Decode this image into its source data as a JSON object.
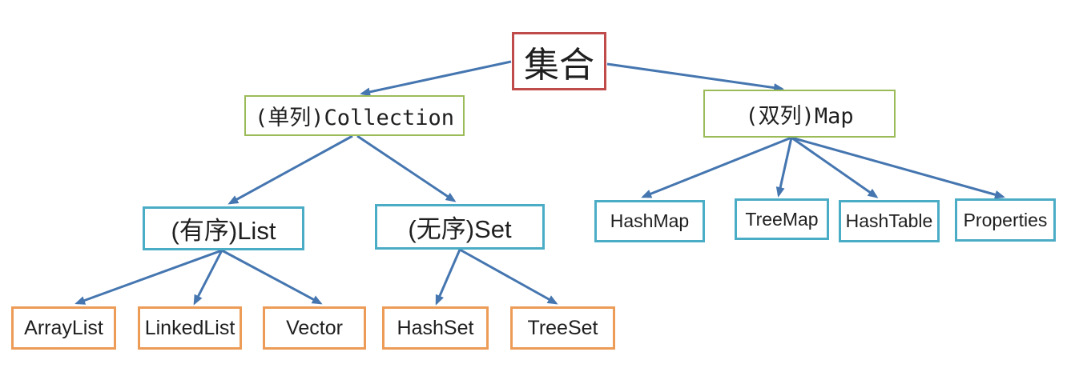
{
  "colors": {
    "root_border": "#bf4b4b",
    "branch_border": "#9bbb59",
    "group_border": "#4bacc6",
    "leaf_border": "#ed9c57",
    "arrow": "#4576b0",
    "text": "#1f1f1f",
    "background": "#ffffff"
  },
  "nodes": {
    "root": {
      "label": "集合"
    },
    "collection": {
      "label": "(单列)Collection"
    },
    "map": {
      "label": "(双列)Map"
    },
    "list": {
      "label": "(有序)List"
    },
    "set": {
      "label": "(无序)Set"
    },
    "hashmap": {
      "label": "HashMap"
    },
    "treemap": {
      "label": "TreeMap"
    },
    "hashtable": {
      "label": "HashTable"
    },
    "properties": {
      "label": "Properties"
    },
    "arraylist": {
      "label": "ArrayList"
    },
    "linkedlist": {
      "label": "LinkedList"
    },
    "vector": {
      "label": "Vector"
    },
    "hashset": {
      "label": "HashSet"
    },
    "treeset": {
      "label": "TreeSet"
    }
  },
  "edges": [
    {
      "from": "集合",
      "to": "(单列)Collection"
    },
    {
      "from": "集合",
      "to": "(双列)Map"
    },
    {
      "from": "(单列)Collection",
      "to": "(有序)List"
    },
    {
      "from": "(单列)Collection",
      "to": "(无序)Set"
    },
    {
      "from": "(双列)Map",
      "to": "HashMap"
    },
    {
      "from": "(双列)Map",
      "to": "TreeMap"
    },
    {
      "from": "(双列)Map",
      "to": "HashTable"
    },
    {
      "from": "(双列)Map",
      "to": "Properties"
    },
    {
      "from": "(有序)List",
      "to": "ArrayList"
    },
    {
      "from": "(有序)List",
      "to": "LinkedList"
    },
    {
      "from": "(有序)List",
      "to": "Vector"
    },
    {
      "from": "(无序)Set",
      "to": "HashSet"
    },
    {
      "from": "(无序)Set",
      "to": "TreeSet"
    }
  ]
}
